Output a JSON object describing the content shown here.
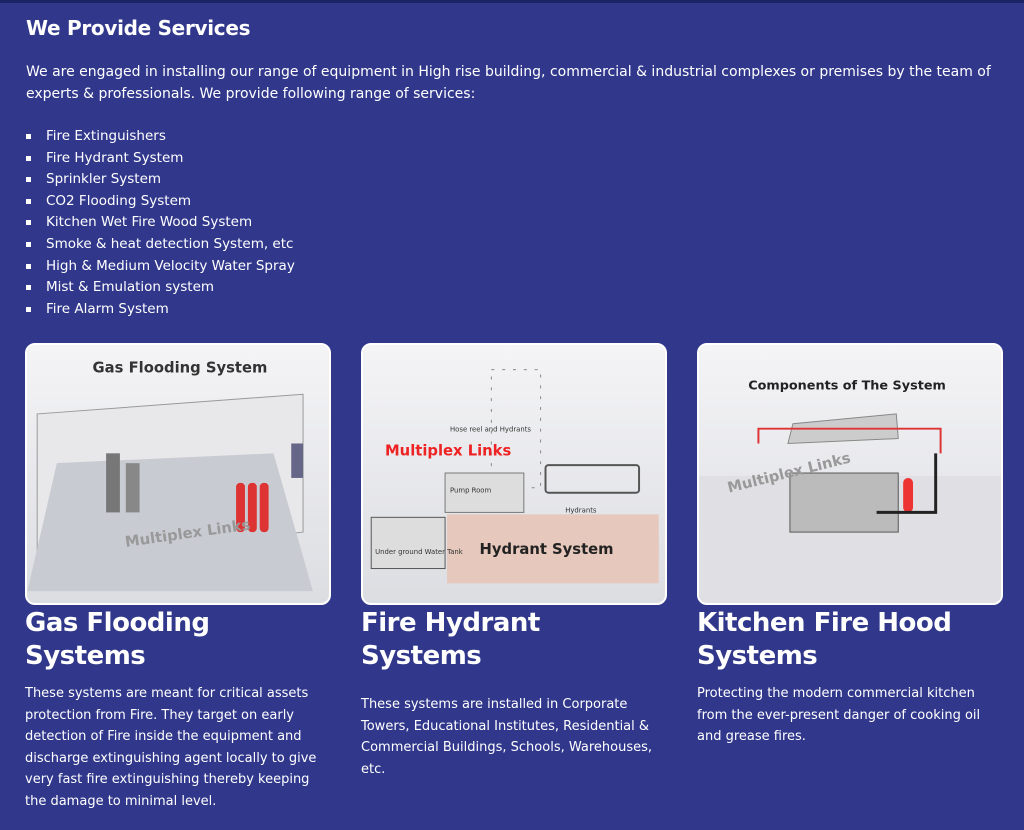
{
  "heading": "We Provide Services",
  "intro": "We are engaged in installing our range of equipment in High rise building, commercial & industrial complexes or premises by the team of experts & professionals. We provide following range of services:",
  "services": [
    "Fire Extinguishers",
    "Fire Hydrant System",
    "Sprinkler System",
    "CO2 Flooding System",
    "Kitchen Wet Fire Wood System",
    "Smoke & heat detection System, etc",
    "High & Medium Velocity Water Spray",
    "Mist & Emulation system",
    "Fire Alarm System"
  ],
  "cards": [
    {
      "image_title": "Gas Flooding System",
      "watermark": "Multiplex Links",
      "title": "Gas Flooding Systems",
      "desc": "These systems are meant for critical assets protection from Fire. They target on early detection of Fire inside the equipment and discharge extinguishing agent locally to give very fast fire extinguishing thereby keeping the damage to minimal level."
    },
    {
      "image_title": "Hydrant System",
      "watermark": "Multiplex Links",
      "labels": [
        "Hose reel and Hydrants",
        "Pump Room",
        "Hydrants",
        "Under ground Water Tank"
      ],
      "title": "Fire Hydrant Systems",
      "desc": "These systems are installed in Corporate Towers, Educational Institutes, Residential & Commercial Buildings, Schools, Warehouses, etc."
    },
    {
      "image_title": "Components of The System",
      "watermark": "Multiplex Links",
      "title": "Kitchen Fire Hood Systems",
      "desc": "Protecting the modern commercial kitchen from the ever-present danger of cooking oil and grease fires."
    }
  ]
}
